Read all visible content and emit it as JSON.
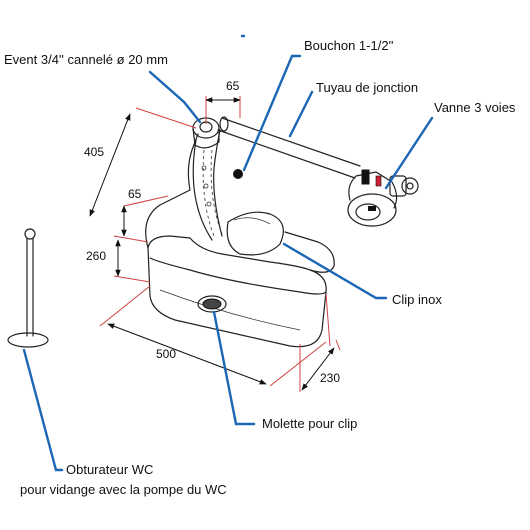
{
  "labels": {
    "event": "Event 3/4'' cannelé ø 20 mm",
    "bouchon": "Bouchon 1-1/2''",
    "tuyau": "Tuyau de jonction",
    "vanne": "Vanne 3 voies",
    "clip": "Clip inox",
    "molette": "Molette pour clip",
    "obturateur": "Obturateur WC",
    "obturateur_note": "pour vidange avec la pompe du WC"
  },
  "dimensions": {
    "d65_top": "65",
    "d405": "405",
    "d65_side": "65",
    "d260": "260",
    "d500": "500",
    "d230": "230"
  },
  "colors": {
    "leader": "#1b66b5",
    "extension_line": "#d04040",
    "outline": "#222222"
  }
}
